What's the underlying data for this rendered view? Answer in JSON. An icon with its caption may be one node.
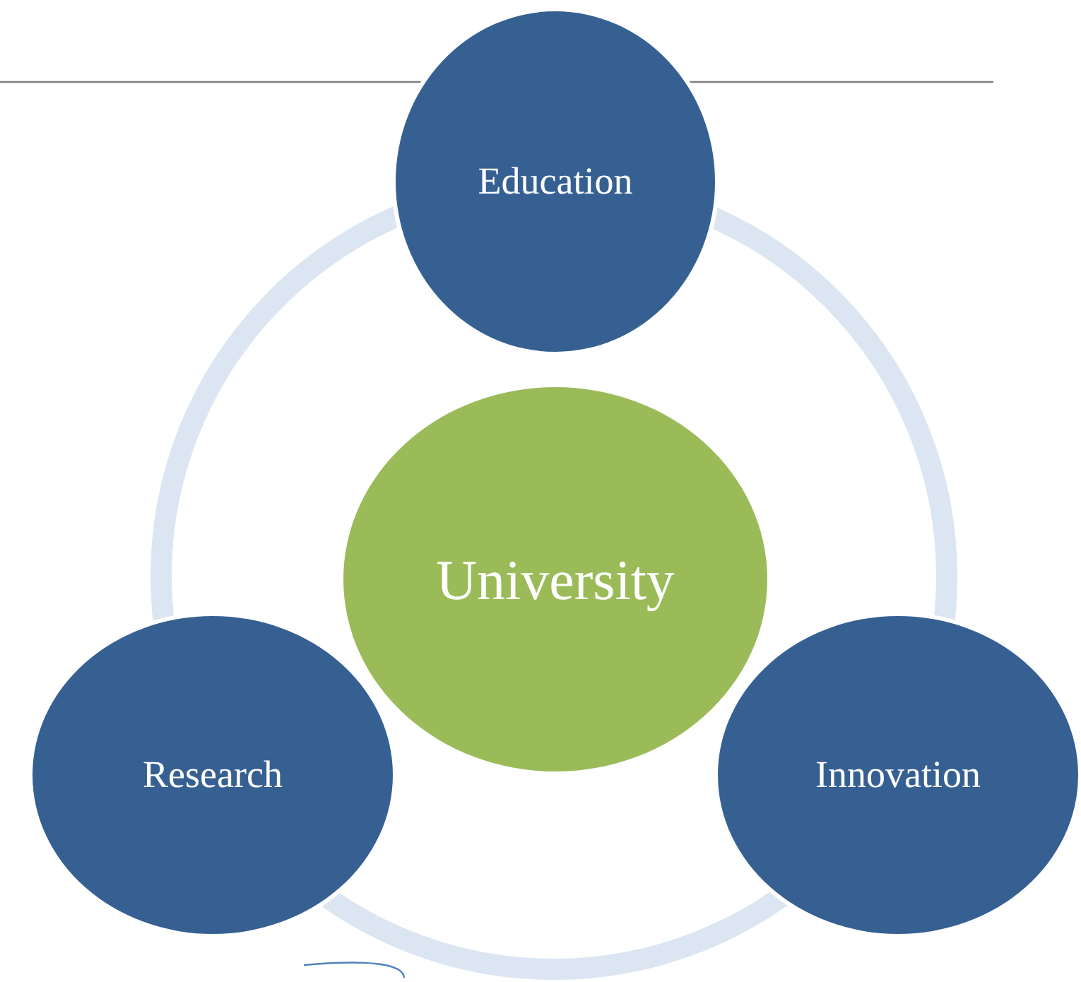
{
  "diagram": {
    "nodes": [
      {
        "text": [
          "Education"
        ]
      },
      {
        "text": [
          "University"
        ]
      },
      {
        "text": [
          "Research"
        ]
      },
      {
        "text": [
          "Innovation"
        ]
      }
    ]
  }
}
